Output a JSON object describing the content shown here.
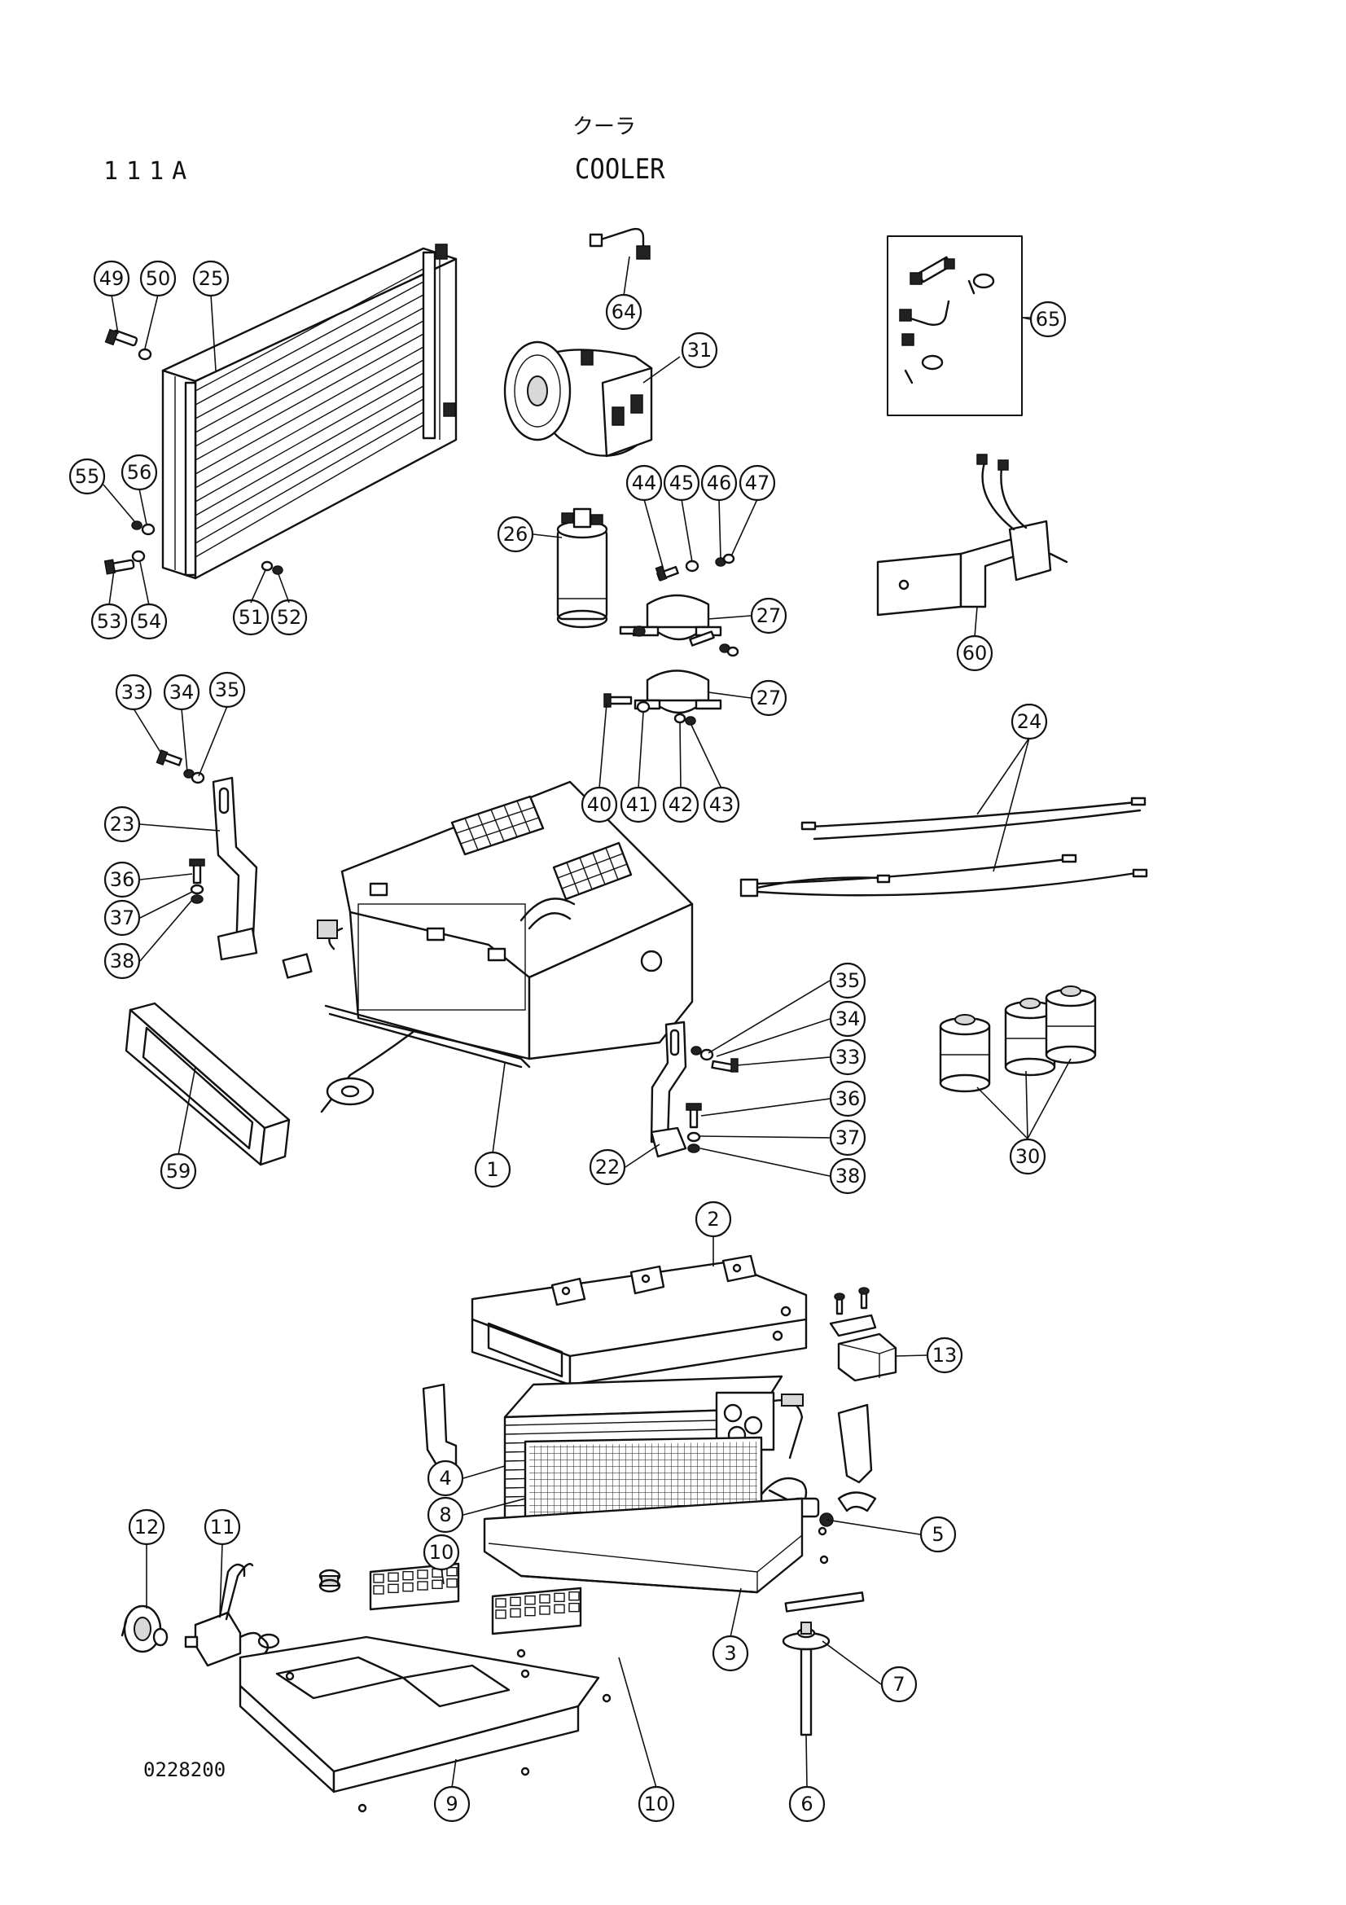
{
  "header": {
    "page_number": "111A",
    "title_japanese": "クーラ",
    "title": "COOLER"
  },
  "footer": {
    "drawing_number": "0228200"
  },
  "callouts": [
    "1",
    "2",
    "3",
    "4",
    "5",
    "6",
    "7",
    "8",
    "9",
    "10",
    "11",
    "12",
    "13",
    "22",
    "23",
    "24",
    "25",
    "26",
    "27",
    "30",
    "31",
    "33",
    "34",
    "35",
    "36",
    "37",
    "38",
    "40",
    "41",
    "42",
    "43",
    "44",
    "45",
    "46",
    "47",
    "49",
    "50",
    "51",
    "52",
    "53",
    "54",
    "55",
    "56",
    "59",
    "60",
    "64",
    "65"
  ],
  "parts": [
    {
      "id": "condenser",
      "callout": "25"
    },
    {
      "id": "compressor",
      "callout": "31"
    },
    {
      "id": "receiver-drier",
      "callout": "26"
    },
    {
      "id": "drier-clamp",
      "callout": "27"
    },
    {
      "id": "pipe-fitting",
      "callout": "64"
    },
    {
      "id": "hose-fitting-kit",
      "callout": "65"
    },
    {
      "id": "relay-bracket",
      "callout": "60"
    },
    {
      "id": "wire-harness",
      "callout": "24"
    },
    {
      "id": "cooler-unit",
      "callout": "1"
    },
    {
      "id": "mounting-bracket-left",
      "callout": "23"
    },
    {
      "id": "mounting-bracket-right",
      "callout": "22"
    },
    {
      "id": "duct-grille",
      "callout": "59"
    },
    {
      "id": "vibration-isolators",
      "callout": "30"
    },
    {
      "id": "upper-case",
      "callout": "2"
    },
    {
      "id": "evaporator",
      "callout": "4"
    },
    {
      "id": "filter",
      "callout": "8"
    },
    {
      "id": "lower-case",
      "callout": "3"
    },
    {
      "id": "expansion-valve",
      "callout": "5"
    },
    {
      "id": "drain-hose",
      "callout": "6"
    },
    {
      "id": "grommet",
      "callout": "7"
    },
    {
      "id": "blower-case",
      "callout": "9"
    },
    {
      "id": "louvre",
      "callout": "10"
    },
    {
      "id": "motor-resistor",
      "callout": "11"
    },
    {
      "id": "blower-fan",
      "callout": "12"
    },
    {
      "id": "thermostat",
      "callout": "13"
    }
  ]
}
